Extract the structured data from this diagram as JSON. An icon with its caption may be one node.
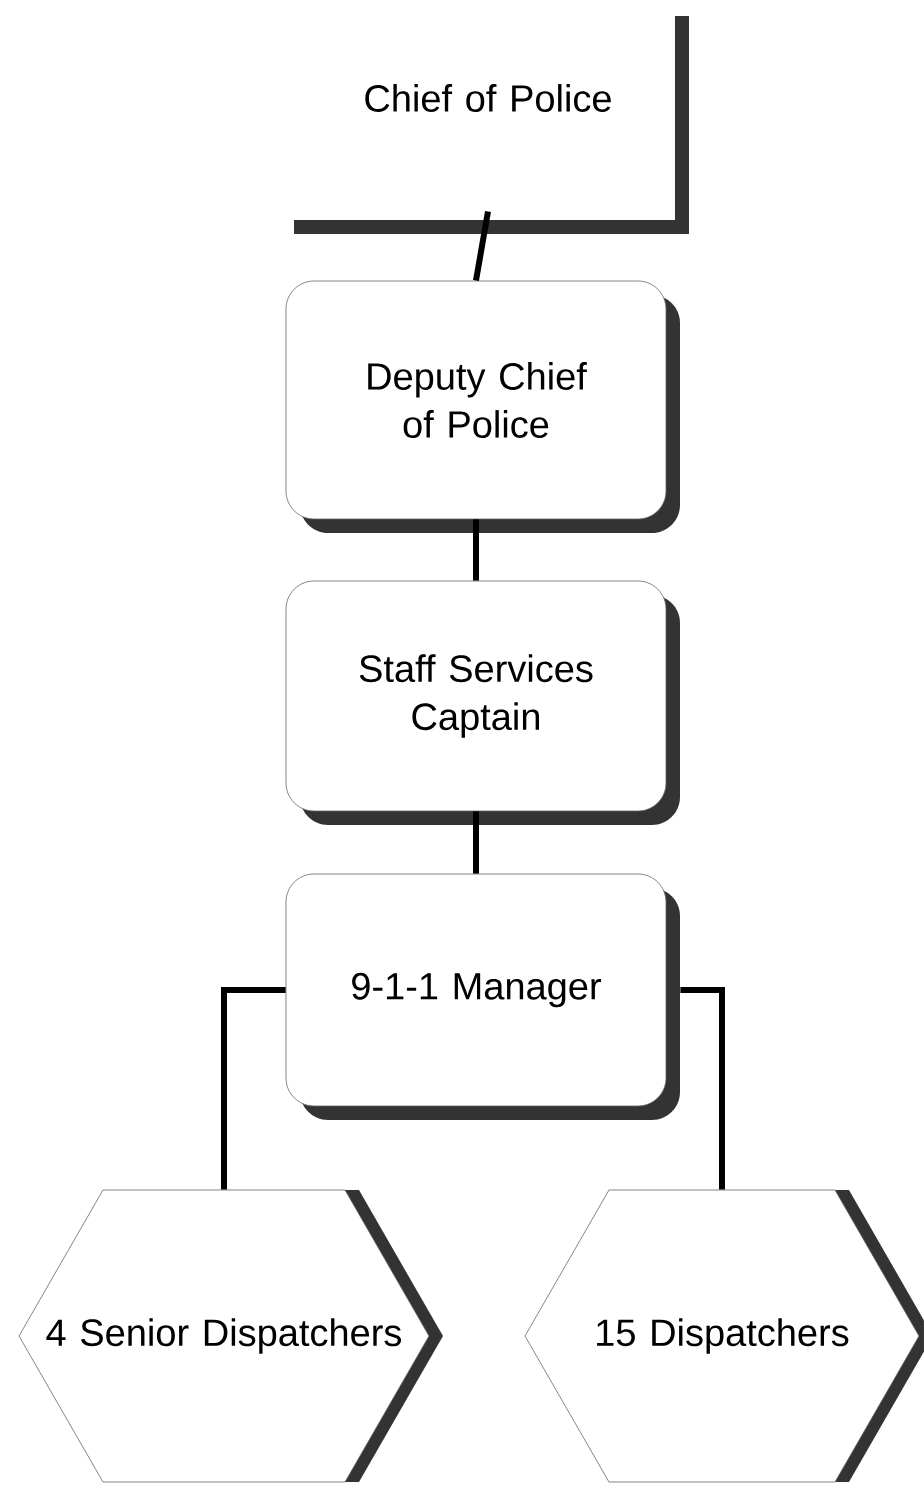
{
  "diagram": {
    "nodes": [
      {
        "text": [
          "Chief of Police"
        ]
      },
      {
        "text": [
          "Deputy Chief of Police"
        ]
      },
      {
        "text": [
          "Staff Services Captain"
        ]
      },
      {
        "text": [
          "9-1-1 Manager"
        ]
      },
      {
        "text": [
          "4 Senior Dispatchers"
        ]
      },
      {
        "text": [
          "15 Dispatchers"
        ]
      }
    ],
    "edges": [
      {
        "from": 0,
        "to": 1,
        "arrow": "none"
      },
      {
        "from": 1,
        "to": 2,
        "arrow": "none"
      },
      {
        "from": 2,
        "to": 3,
        "arrow": "none"
      },
      {
        "from": 3,
        "to": 4,
        "arrow": "none"
      },
      {
        "from": 3,
        "to": 5,
        "arrow": "none"
      }
    ]
  }
}
